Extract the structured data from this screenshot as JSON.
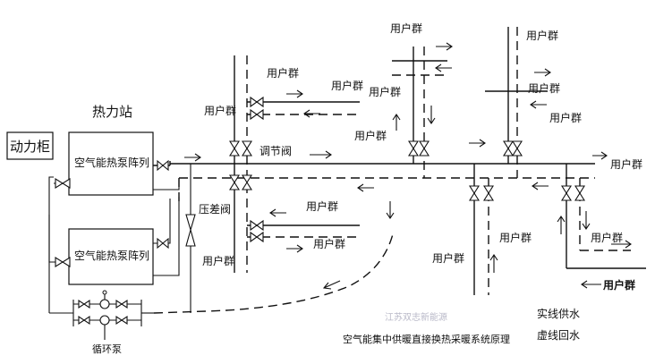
{
  "title": "空气能集中供暖直接换热采暖系统原理",
  "watermark": "江苏双志新能源",
  "labels": {
    "power_cabinet": "动力柜",
    "heat_station": "热力站",
    "heat_pump_array_1": "空气能热泵阵列",
    "heat_pump_array_2": "空气能热泵阵列",
    "circulation_pump": "循环泵",
    "regulating_valve": "调节阀",
    "differential_pressure_valve": "压差阀",
    "user_group": "用户群"
  },
  "legend": {
    "solid_line": "实线供水",
    "dashed_line": "虚线回水"
  },
  "colors": {
    "line": "#111111",
    "background": "#ffffff",
    "watermark": "#b9b9c8"
  }
}
